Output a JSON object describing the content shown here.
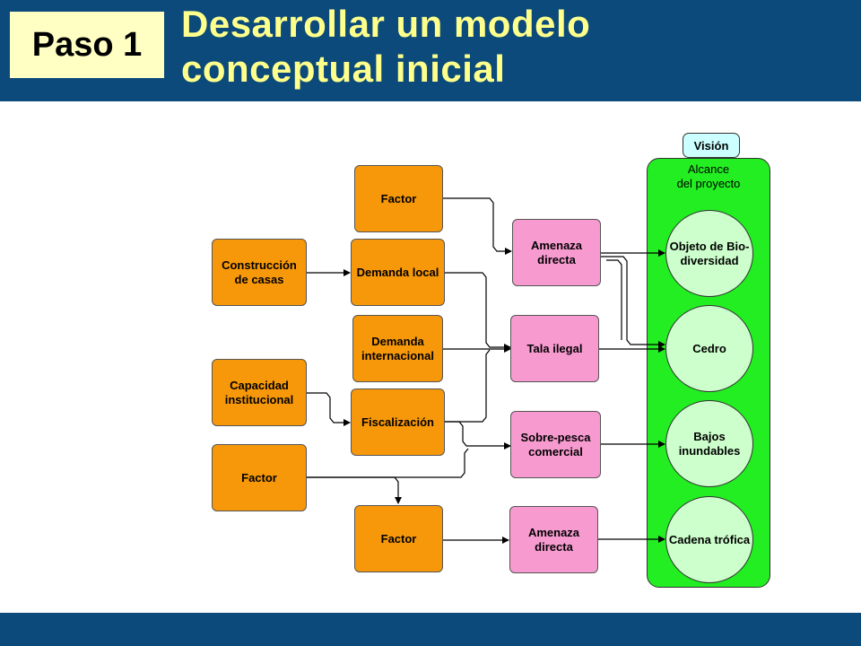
{
  "header": {
    "step": "Paso 1",
    "title_line1": "Desarrollar un modelo",
    "title_line2": "conceptual inicial"
  },
  "colors": {
    "header_bg": "#0b4a7a",
    "title_text": "#ffff8c",
    "step_box": "#ffffc4",
    "factor": "#f7980a",
    "threat": "#f79ad0",
    "target": "#ccffcc",
    "scope": "#22ee22",
    "vision": "#ccffff"
  },
  "vision": "Visión",
  "scope": {
    "label_line1": "Alcance",
    "label_line2": "del proyecto"
  },
  "factors": {
    "f_top": "Factor",
    "construccion": "Construcción de casas",
    "demanda_local": "Demanda local",
    "demanda_internacional": "Demanda internacional",
    "capacidad": "Capacidad institucional",
    "fiscalizacion": "Fiscalización",
    "f_left_bottom": "Factor",
    "f_bottom": "Factor"
  },
  "threats": {
    "amenaza1": "Amenaza directa",
    "tala": "Tala ilegal",
    "sobrepesca": "Sobre-pesca comercial",
    "amenaza2": "Amenaza directa"
  },
  "targets": {
    "objeto": "Objeto de Bio-diversidad",
    "cedro": "Cedro",
    "bajos": "Bajos inundables",
    "cadena": "Cadena trófica"
  }
}
